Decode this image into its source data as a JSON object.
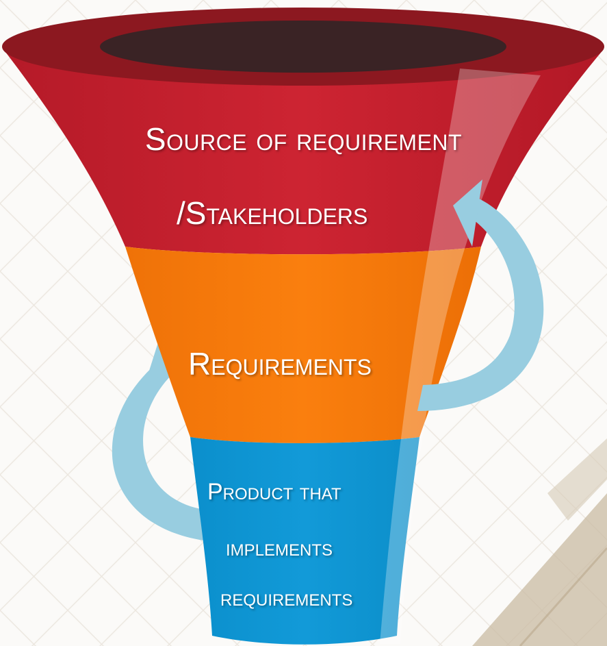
{
  "diagram": {
    "top_stage": {
      "line1": "Source of requirement",
      "line2": "/Stakeholders",
      "color": "#c8202f"
    },
    "middle_stage": {
      "label": "Requirements",
      "color": "#f47b10"
    },
    "bottom_stage": {
      "line1": "Product that",
      "line2": "implements",
      "line3": "requirements",
      "color": "#0f97d4"
    },
    "arrow_color": "#98cde0",
    "rim_color": "#8c1820",
    "opening_color": "#3a2325"
  }
}
